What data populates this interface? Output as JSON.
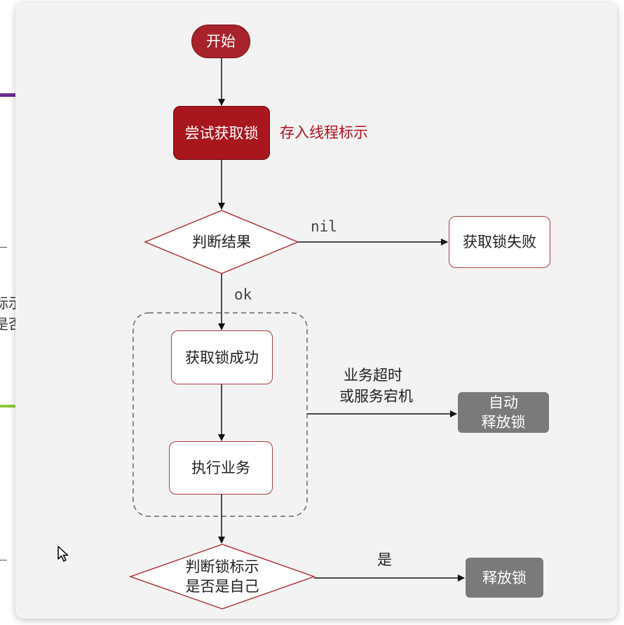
{
  "nodes": {
    "start": "开始",
    "try_lock": "尝试获取锁",
    "store_thread_id": "存入线程标示",
    "judge_result": "判断结果",
    "nil_label": "nil",
    "lock_fail": "获取锁失败",
    "ok_label": "ok",
    "lock_success": "获取锁成功",
    "exec_business": "执行业务",
    "timeout_label_line1": "业务超时",
    "timeout_label_line2": "或服务宕机",
    "auto_release_line1": "自动",
    "auto_release_line2": "释放锁",
    "judge_owner_line1": "判断锁标示",
    "judge_owner_line2": "是否是自己",
    "yes_label": "是",
    "release_lock": "释放锁"
  },
  "left_strip": {
    "text1": "标示",
    "text2": "是否"
  },
  "colors": {
    "terminal_fill": "#a8232b",
    "primary_fill": "#a8161e",
    "process_border": "#b03a40",
    "gray_fill": "#7a7a7a",
    "red_label": "#b3121c",
    "panel_bg": "#f3f3f3"
  }
}
